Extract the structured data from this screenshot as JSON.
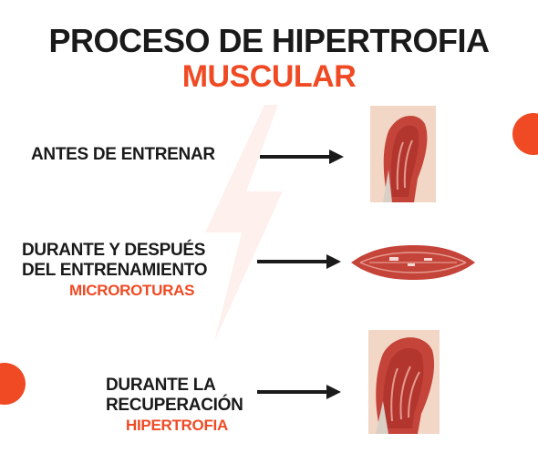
{
  "header": {
    "title": "PROCESO DE HIPERTROFIA",
    "subtitle": "MUSCULAR"
  },
  "stages": [
    {
      "line1": "ANTES DE ENTRENAR"
    },
    {
      "line1": "DURANTE Y DESPUÉS",
      "line2": "DEL ENTRENAMIENTO",
      "accent": "MICROROTURAS"
    },
    {
      "line1": "DURANTE LA",
      "line2": "RECUPERACIÓN",
      "accent": "HIPERTROFIA"
    }
  ],
  "colors": {
    "accent": "#f04a24",
    "text": "#1a1a1a",
    "muscle": "#c5443a",
    "skin": "#e8b89a"
  },
  "icons": [
    "arrow-right-icon",
    "muscle-arm-icon",
    "muscle-fiber-icon",
    "muscle-arm-large-icon"
  ]
}
